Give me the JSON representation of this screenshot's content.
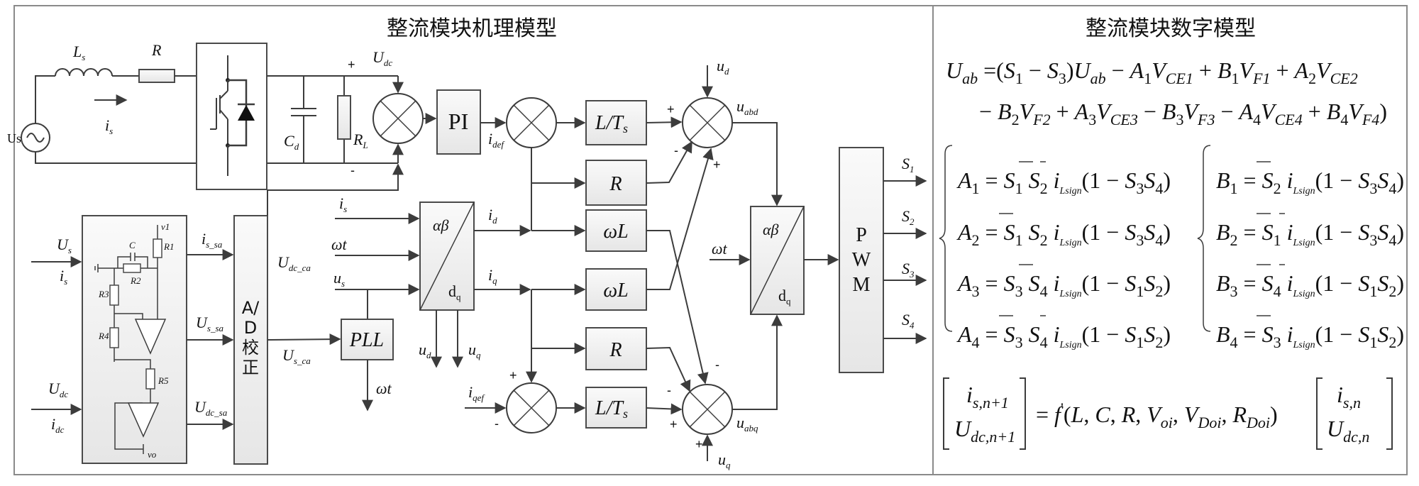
{
  "titles": {
    "mechanism_model": "整流模块机理模型",
    "digital_model": "整流模块数字模型"
  },
  "circuit": {
    "source_label": "Us",
    "inductor_label": "L",
    "inductor_sub": "s",
    "resistor_label": "R",
    "current_label": "i",
    "current_sub": "s",
    "capacitor_label": "C",
    "capacitor_sub": "d",
    "load_label": "R",
    "load_sub": "L",
    "udc_label": "U",
    "udc_sub": "dc",
    "plus": "+",
    "minus": "-"
  },
  "sensor": {
    "input_us": "U",
    "input_us_sub": "s",
    "input_is": "i",
    "input_is_sub": "s",
    "input_udc": "U",
    "input_udc_sub": "dc",
    "input_idc": "i",
    "input_idc_sub": "dc",
    "v1": "v1",
    "c": "C",
    "r1": "R1",
    "r2": "R2",
    "r3": "R3",
    "r4": "R4",
    "r5": "R5",
    "vo": "vo",
    "out_is_sa": "i",
    "out_is_sa_sub": "s_sa",
    "out_us_sa": "U",
    "out_us_sa_sub": "s_sa",
    "out_udc_sa": "U",
    "out_udc_sa_sub": "dc_sa"
  },
  "ad_block": {
    "line1": "A/",
    "line2": "D",
    "line3": "校",
    "line4": "正",
    "out_udc_ca": "U",
    "out_udc_ca_sub": "dc_ca",
    "out_us_ca": "U",
    "out_us_ca_sub": "s_ca"
  },
  "control": {
    "pi_label": "PI",
    "idef_label": "i",
    "idef_sub": "def",
    "iqef_label": "i",
    "iqef_sub": "qef",
    "lts_label": "L/T",
    "lts_sub": "s",
    "r_label": "R",
    "omegaL_label": "ωL",
    "pll_label": "PLL",
    "park_top": "αβ",
    "park_bottom": "d",
    "park_bottom_sub": "q",
    "in_is": "i",
    "in_is_sub": "s",
    "in_wt": "ωt",
    "in_us": "u",
    "in_us_sub": "s",
    "out_id": "i",
    "out_id_sub": "d",
    "out_iq": "i",
    "out_iq_sub": "q",
    "out_ud": "u",
    "out_ud_sub": "d",
    "out_uq": "u",
    "out_uq_sub": "q",
    "pll_out": "ωt",
    "ud_in": "u",
    "ud_in_sub": "d",
    "uq_in": "u",
    "uq_in_sub": "q",
    "uabd": "u",
    "uabd_sub": "abd",
    "uabq": "u",
    "uabq_sub": "abq",
    "wt2": "ωt",
    "pwm_letters": [
      "P",
      "W",
      "M"
    ],
    "switch_outputs": [
      {
        "label": "S",
        "sub": "1"
      },
      {
        "label": "S",
        "sub": "2"
      },
      {
        "label": "S",
        "sub": "3"
      },
      {
        "label": "S",
        "sub": "4"
      }
    ]
  },
  "equations": {
    "uab_line1": "U_ab = (S1 − S3)U_ab − A1V_CE1 + B1V_F1 + A2V_CE2",
    "uab_line2": "− B2V_F2 + A3V_CE3 − B3V_F3 − A4V_CE4 + B4V_F4)",
    "a_coeffs": [
      "A1 = S1 S̄2 ī_Lsign(1 − S3S4)",
      "A2 = S̄1 S2 i_Lsign(1 − S3S4)",
      "A3 = S3 S̄4 i_Lsign(1 − S1S2)",
      "A4 = S̄3 S4 ī_Lsign(1 − S1S2)"
    ],
    "b_coeffs": [
      "B1 = S̄2 i_Lsign(1 − S3S4)",
      "B2 = S̄1 ī_Lsign(1 − S3S4)",
      "B3 = S̄4 ī_Lsign(1 − S1S2)",
      "B4 = S̄3 i_Lsign(1 − S1S2)"
    ],
    "state_update": "[i_s,n+1 ; U_dc,n+1] = f'(L, C, R, V_oi, V_Doi, R_Doi)[i_s,n ; U_dc,n]"
  }
}
